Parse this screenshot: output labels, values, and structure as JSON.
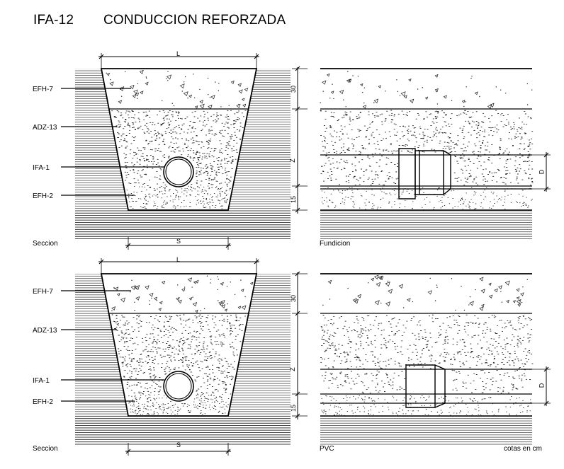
{
  "title": {
    "code": "IFA-12",
    "name": "CONDUCCION REFORZADA"
  },
  "panels": {
    "top": {
      "section_caption": "Seccion",
      "profile_caption": "Fundicion",
      "layer_labels": [
        "EFH-7",
        "ADZ-13",
        "IFA-1",
        "EFH-2"
      ],
      "width_top": "L",
      "width_bottom": "S",
      "depth_labels": [
        "30",
        "Z",
        "15"
      ],
      "pipe_dim": "D"
    },
    "bottom": {
      "section_caption": "Seccion",
      "profile_caption": "PVC",
      "layer_labels": [
        "EFH-7",
        "ADZ-13",
        "IFA-1",
        "EFH-2"
      ],
      "width_top": "L",
      "width_bottom": "S",
      "depth_labels": [
        "30",
        "Z",
        "15"
      ],
      "pipe_dim": "D"
    }
  },
  "units_note": "cotas en cm"
}
